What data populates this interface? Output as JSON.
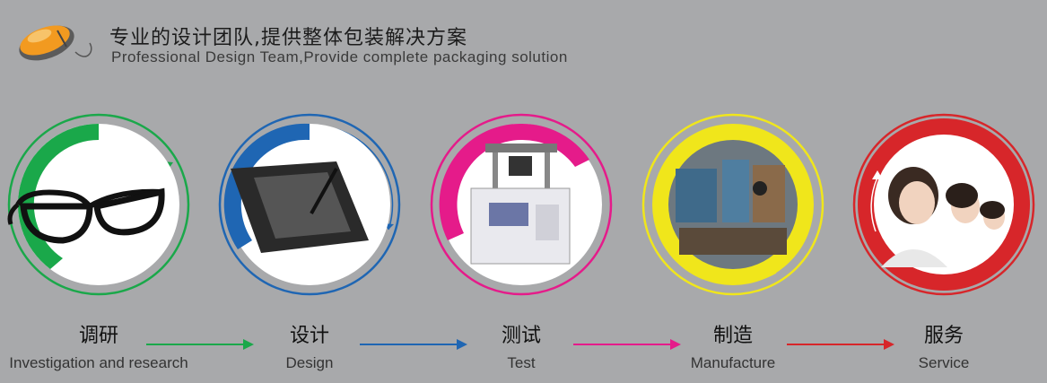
{
  "header": {
    "title_cn": "专业的设计团队,提供整体包装解决方案",
    "title_en": "Professional Design Team,Provide complete packaging solution"
  },
  "steps": [
    {
      "label_cn": "调研",
      "label_en": "Investigation and research",
      "color": "#1aa84a",
      "icon": "glasses-icon"
    },
    {
      "label_cn": "设计",
      "label_en": "Design",
      "color": "#1f66b3",
      "icon": "drawing-tablet-icon"
    },
    {
      "label_cn": "测试",
      "label_en": "Test",
      "color": "#e51b8a",
      "icon": "testing-machine-icon"
    },
    {
      "label_cn": "制造",
      "label_en": "Manufacture",
      "color": "#f0e61b",
      "icon": "factory-photo-icon"
    },
    {
      "label_cn": "服务",
      "label_en": "Service",
      "color": "#d7262a",
      "icon": "call-center-photo-icon"
    }
  ]
}
